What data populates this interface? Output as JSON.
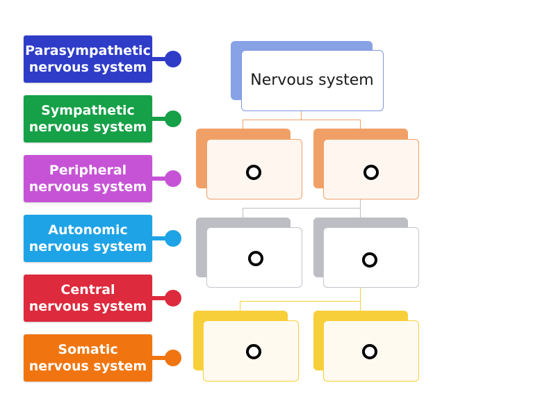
{
  "labels": [
    {
      "line1": "Parasympathetic",
      "line2": "nervous system",
      "color": "#2e3cc8"
    },
    {
      "line1": "Sympathetic",
      "line2": "nervous system",
      "color": "#16a047"
    },
    {
      "line1": "Peripheral",
      "line2": "nervous system",
      "color": "#c653d6"
    },
    {
      "line1": "Autonomic",
      "line2": "nervous system",
      "color": "#1ea3e6"
    },
    {
      "line1": "Central",
      "line2": "nervous system",
      "color": "#dd2a3d"
    },
    {
      "line1": "Somatic",
      "line2": "nervous system",
      "color": "#f07510"
    }
  ],
  "tree": {
    "root": {
      "text": "Nervous system",
      "color": "#6a8be0"
    },
    "level_colors": {
      "orange": "#f0a066",
      "gray": "#bdbdc4",
      "yellow": "#f7cf3a"
    }
  }
}
